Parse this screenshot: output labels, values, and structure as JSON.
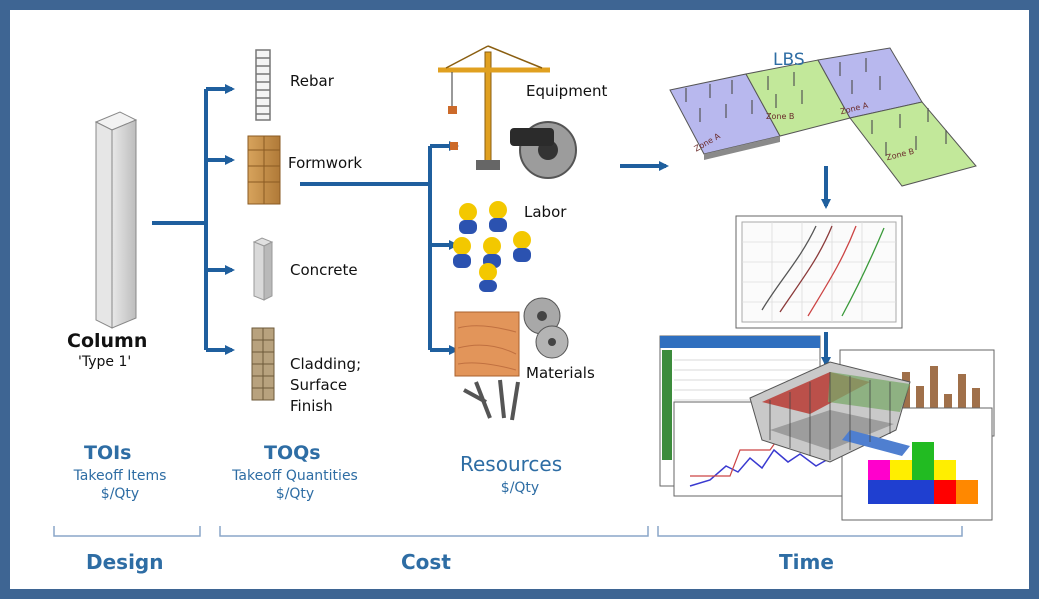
{
  "diagram": {
    "column": {
      "name": "Column",
      "type": "'Type 1'"
    },
    "toq_items": [
      "Rebar",
      "Formwork",
      "Concrete",
      "Cladding;\nSurface\nFinish"
    ],
    "resources": [
      "Equipment",
      "Labor",
      "Materials"
    ],
    "lbs_label": "LBS",
    "lbs_zones": [
      "Zone A",
      "Zone B",
      "Zone A",
      "Zone B"
    ],
    "columns": {
      "tois": {
        "title": "TOIs",
        "line1": "Takeoff Items",
        "line2": "$/Qty"
      },
      "toqs": {
        "title": "TOQs",
        "line1": "Takeoff Quantities",
        "line2": "$/Qty"
      },
      "resources": {
        "title": "Resources",
        "line2": "$/Qty"
      }
    },
    "phases": {
      "design": "Design",
      "cost": "Cost",
      "time": "Time"
    },
    "colors": {
      "border": "#3e6593",
      "accent": "#2e6da4",
      "arrow": "#1f5f9e"
    }
  }
}
